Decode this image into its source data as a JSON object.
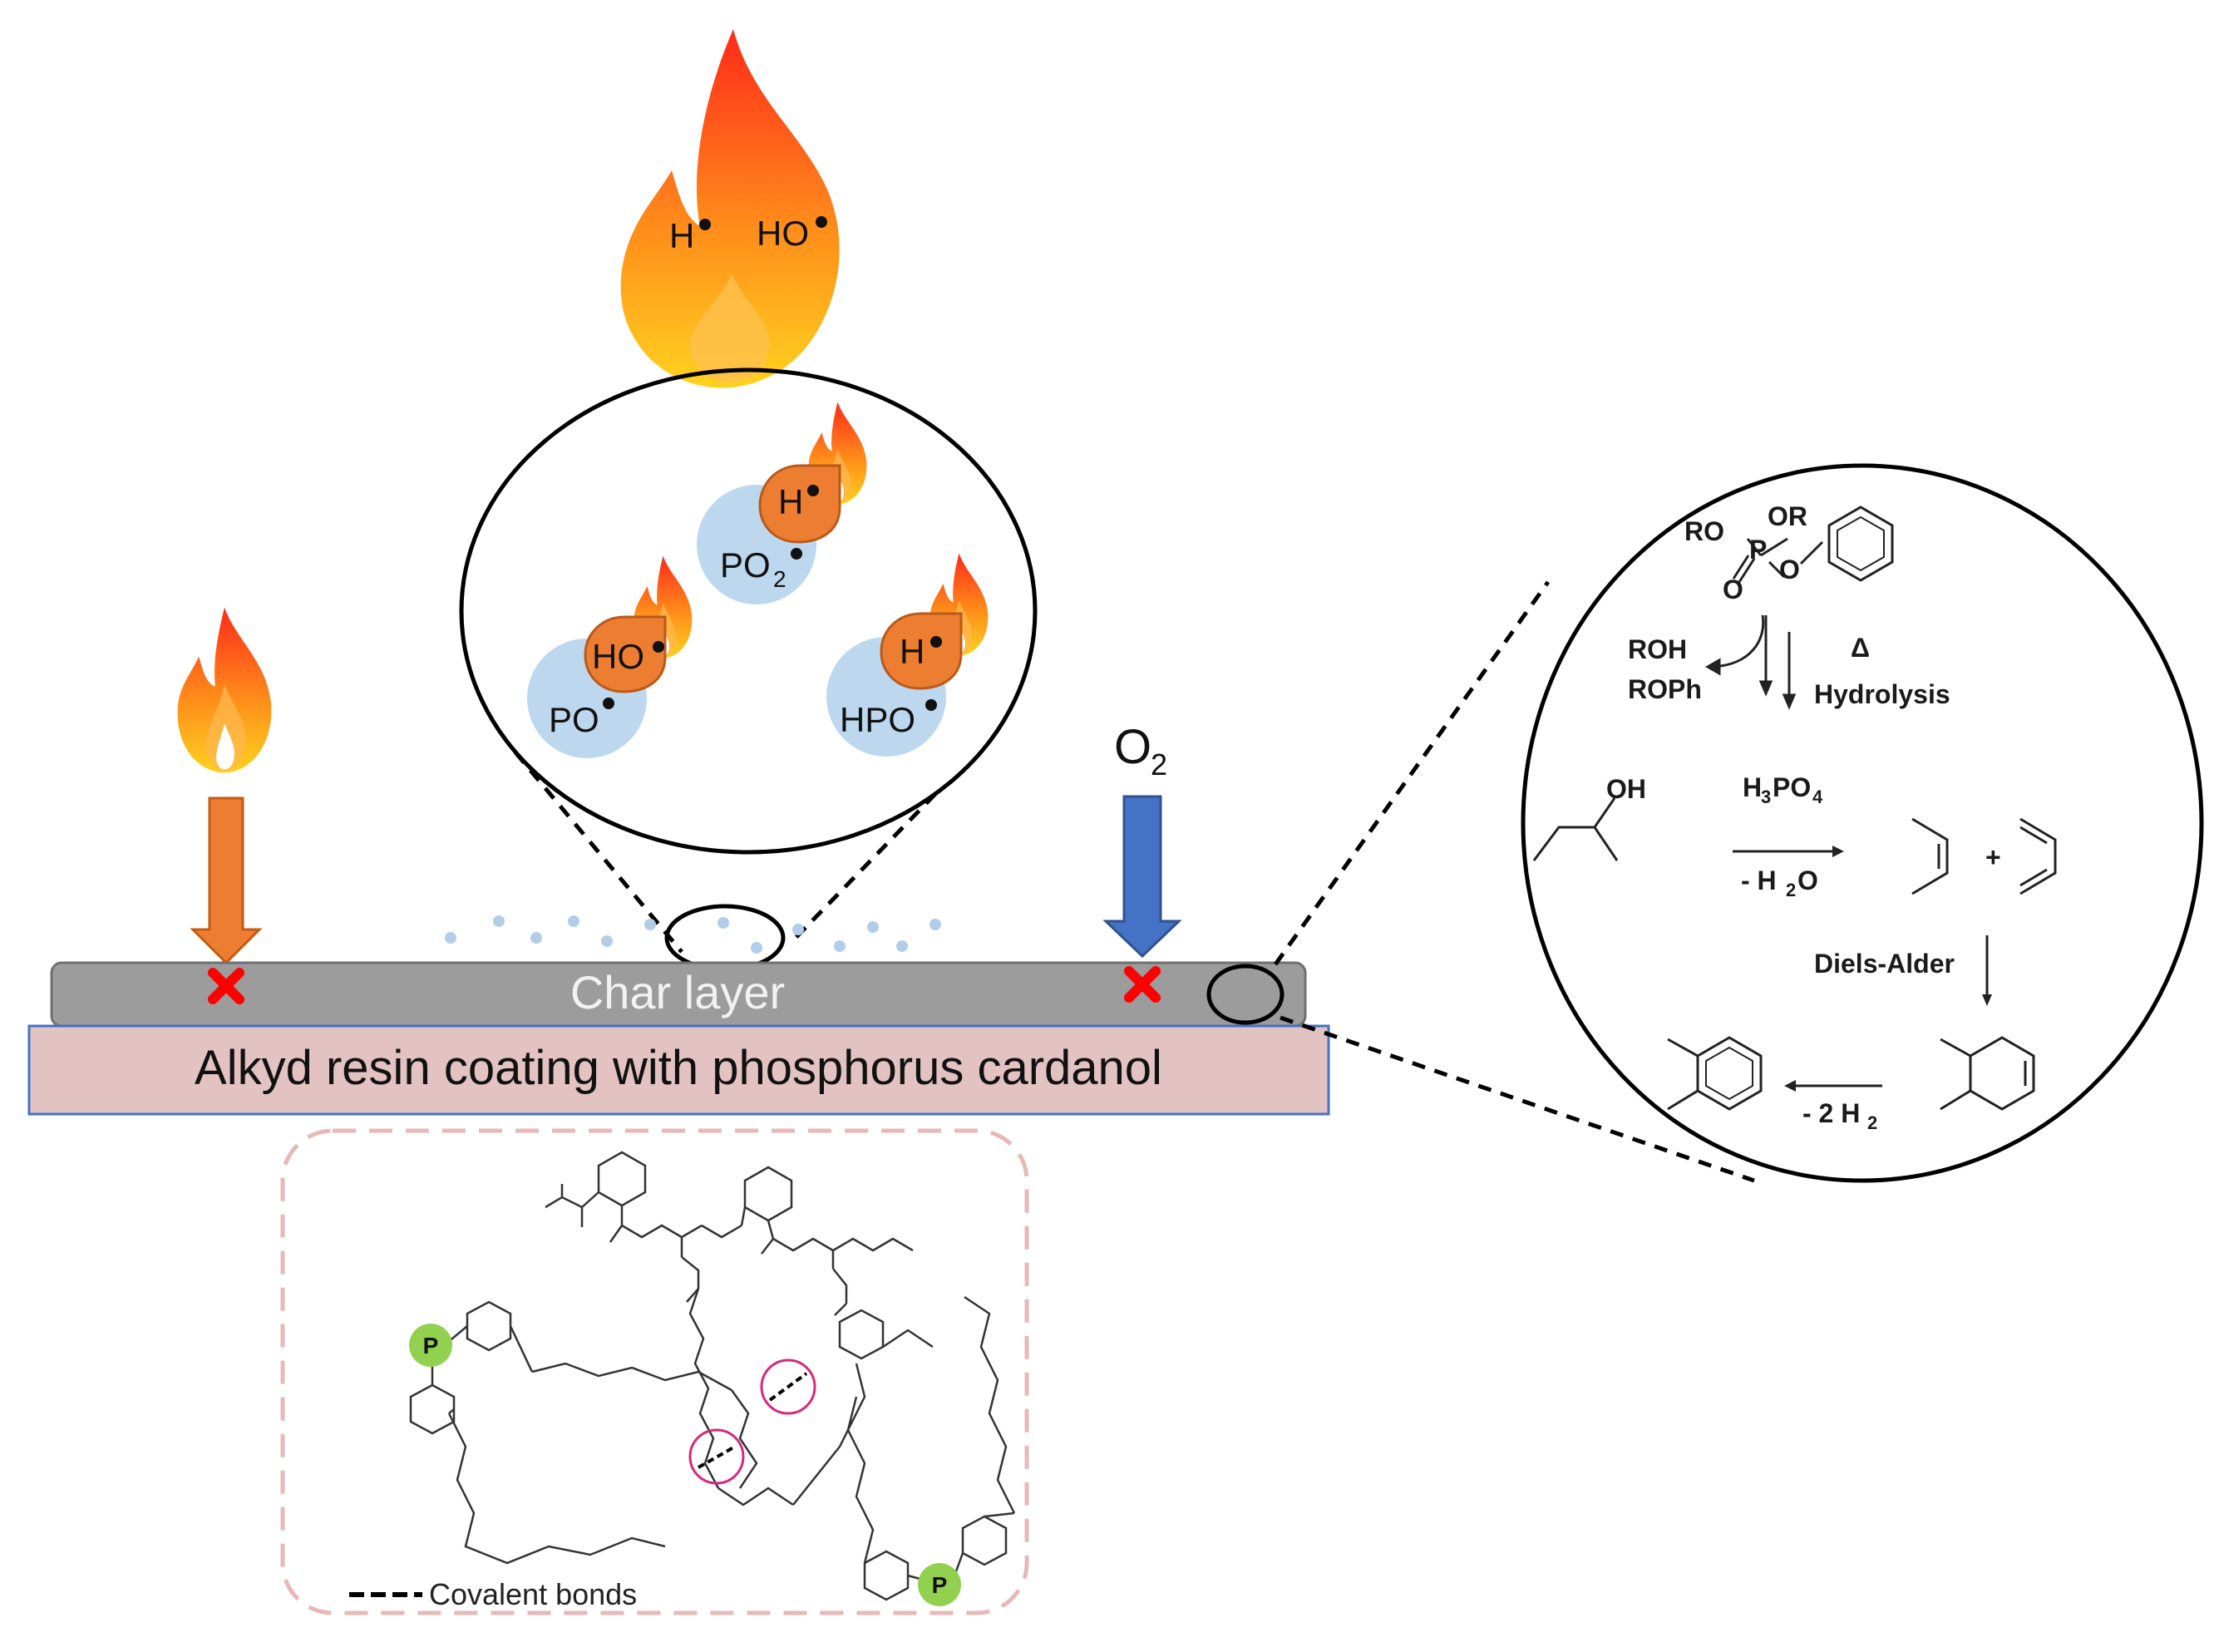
{
  "flame_top": {
    "radical_h": "H",
    "radical_ho": "HO"
  },
  "zoom_left": {
    "pairs": [
      {
        "quencher": "PO",
        "quencher_sub": "2",
        "radical": "H"
      },
      {
        "quencher": "PO",
        "quencher_sub": "",
        "radical": "HO"
      },
      {
        "quencher": "HPO",
        "quencher_sub": "",
        "radical": "H"
      }
    ]
  },
  "oxygen": {
    "label": "O",
    "sub": "2"
  },
  "layers": {
    "char": "Char layer",
    "resin": "Alkyd resin coating with phosphorus cardanol"
  },
  "mechanism": {
    "ro": "RO",
    "or": "OR",
    "p": "P",
    "o_double": "O",
    "o_single": "O",
    "roh": "ROH",
    "roph": "ROPh",
    "delta": "Δ",
    "hydrolysis": "Hydrolysis",
    "oh": "OH",
    "acid": "H",
    "acid_sub1": "3",
    "acid_mid": "PO",
    "acid_sub2": "4",
    "minus_water": "- H",
    "minus_water_sub": "2",
    "minus_water_end": "O",
    "plus": "+",
    "diels_alder": "Diels-Alder",
    "minus_h2": "- 2 H",
    "minus_h2_sub": "2"
  },
  "structure": {
    "p_label": "P",
    "legend": "Covalent bonds"
  },
  "colors": {
    "char_layer": "#9c9c9c",
    "resin_layer": "#e3c2c2",
    "heat_arrow": "#ed7d31",
    "oxygen_arrow": "#4472c4",
    "blocked_mark": "#ff0000",
    "quencher_bubble": "#bdd7ee",
    "radical_drop": "#ed7d31",
    "phosphorus_node": "#92d050",
    "bond_circle": "#d6287f",
    "dashed_frame": "#e6b8b7"
  }
}
